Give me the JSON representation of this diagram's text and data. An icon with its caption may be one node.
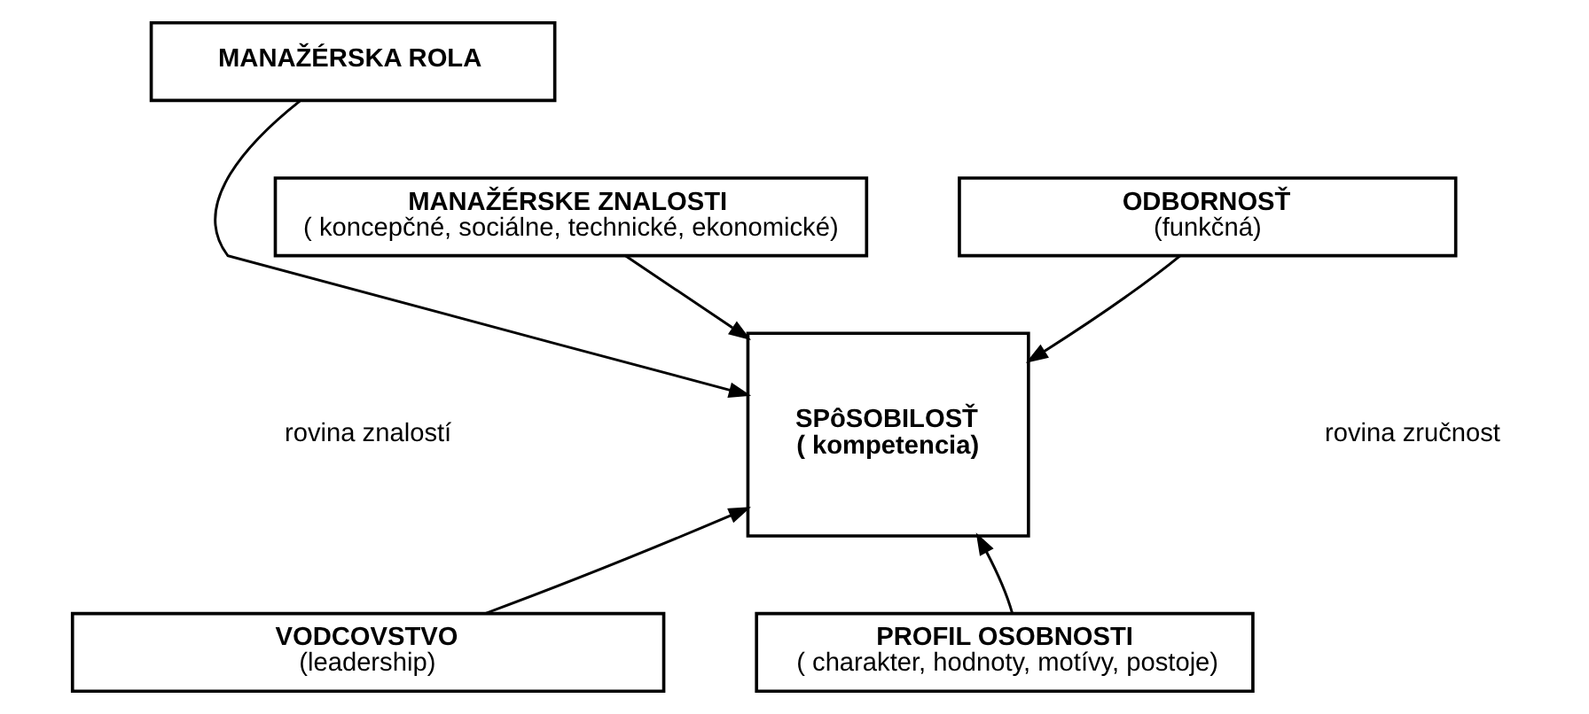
{
  "diagram": {
    "nodes": [
      {
        "text": [
          "MANAŽÉRSKA ROLA"
        ]
      },
      {
        "text": [
          "ODBORNOSŤ",
          "(funkčná)"
        ]
      },
      {
        "text": [
          "MANAŽÉRSKE ZNALOSTI",
          "( koncepčné, sociálne, technické, ekonomické)"
        ]
      },
      {
        "text": [
          "SPôSOBILOSŤ",
          "( kompetencia)"
        ]
      },
      {
        "text": [
          "PROFIL OSOBNOSTI",
          "( charakter, hodnoty, motívy, postoje)"
        ]
      },
      {
        "text": [
          "VODCOVSTVO",
          "(leadership)"
        ]
      }
    ],
    "edges": [
      {
        "from": 0,
        "to": 3,
        "arrow": "to"
      },
      {
        "from": 1,
        "to": 3,
        "arrow": "to"
      },
      {
        "from": 2,
        "to": 3,
        "arrow": "to"
      },
      {
        "from": 4,
        "to": 3,
        "arrow": "to"
      },
      {
        "from": 5,
        "to": 3,
        "arrow": "to"
      }
    ],
    "labels": [
      "rovina znalostí",
      "rovina zručnost"
    ]
  }
}
